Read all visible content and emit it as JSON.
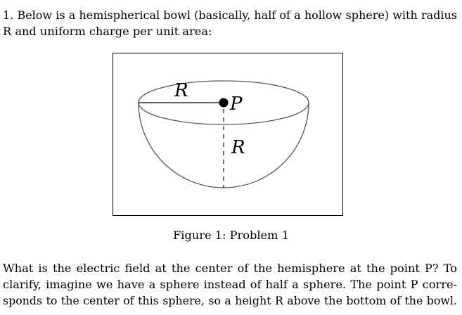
{
  "problem": {
    "number": "1.",
    "intro_lines": [
      "Below is a hemispherical bowl (basically, half of a hollow sphere) with radius",
      "R and uniform charge per unit area:"
    ]
  },
  "figure": {
    "label_radius_horizontal": "R",
    "label_point": "P",
    "label_radius_vertical": "R",
    "caption": "Figure 1: Problem 1"
  },
  "question": {
    "lines": [
      "What is the electric field at the center of the hemisphere at the point P? To",
      "clarify, imagine we have a sphere instead of half a sphere. The point P corre-",
      "sponds to the center of this sphere, so a height R above the bottom of the bowl."
    ]
  }
}
